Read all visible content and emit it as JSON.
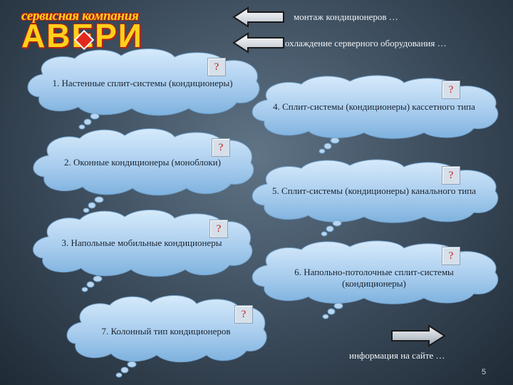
{
  "logo": {
    "company_line": "сервисная компания",
    "brand": "АВЕРИ"
  },
  "nav": {
    "link1": "монтаж кондиционеров …",
    "link2": "охлаждение серверного оборудования …",
    "site_link": "информация на сайте …"
  },
  "question_label": "?",
  "clouds": [
    {
      "label": "1. Настенные сплит-системы (кондиционеры)"
    },
    {
      "label": "2. Оконные кондиционеры (моноблоки)"
    },
    {
      "label": "3. Напольные мобильные кондиционеры"
    },
    {
      "label": "4. Сплит-системы (кондиционеры) кассетного типа"
    },
    {
      "label": "5. Сплит-системы (кондиционеры) канального типа"
    },
    {
      "label": "6. Напольно-потолочные сплит-системы (кондиционеры)"
    },
    {
      "label": "7. Колонный тип кондиционеров"
    }
  ],
  "page_number": "5",
  "colors": {
    "cloud_fill_top": "#c8e0f5",
    "cloud_fill_bottom": "#7db0dc",
    "question_mark": "#c01818",
    "logo_yellow": "#ffd11a",
    "logo_red": "#b32217"
  },
  "icons": {
    "nav_arrow": "left-arrow-icon",
    "site_arrow": "right-arrow-icon",
    "thought_bubble": "thought-bubble-icon"
  }
}
